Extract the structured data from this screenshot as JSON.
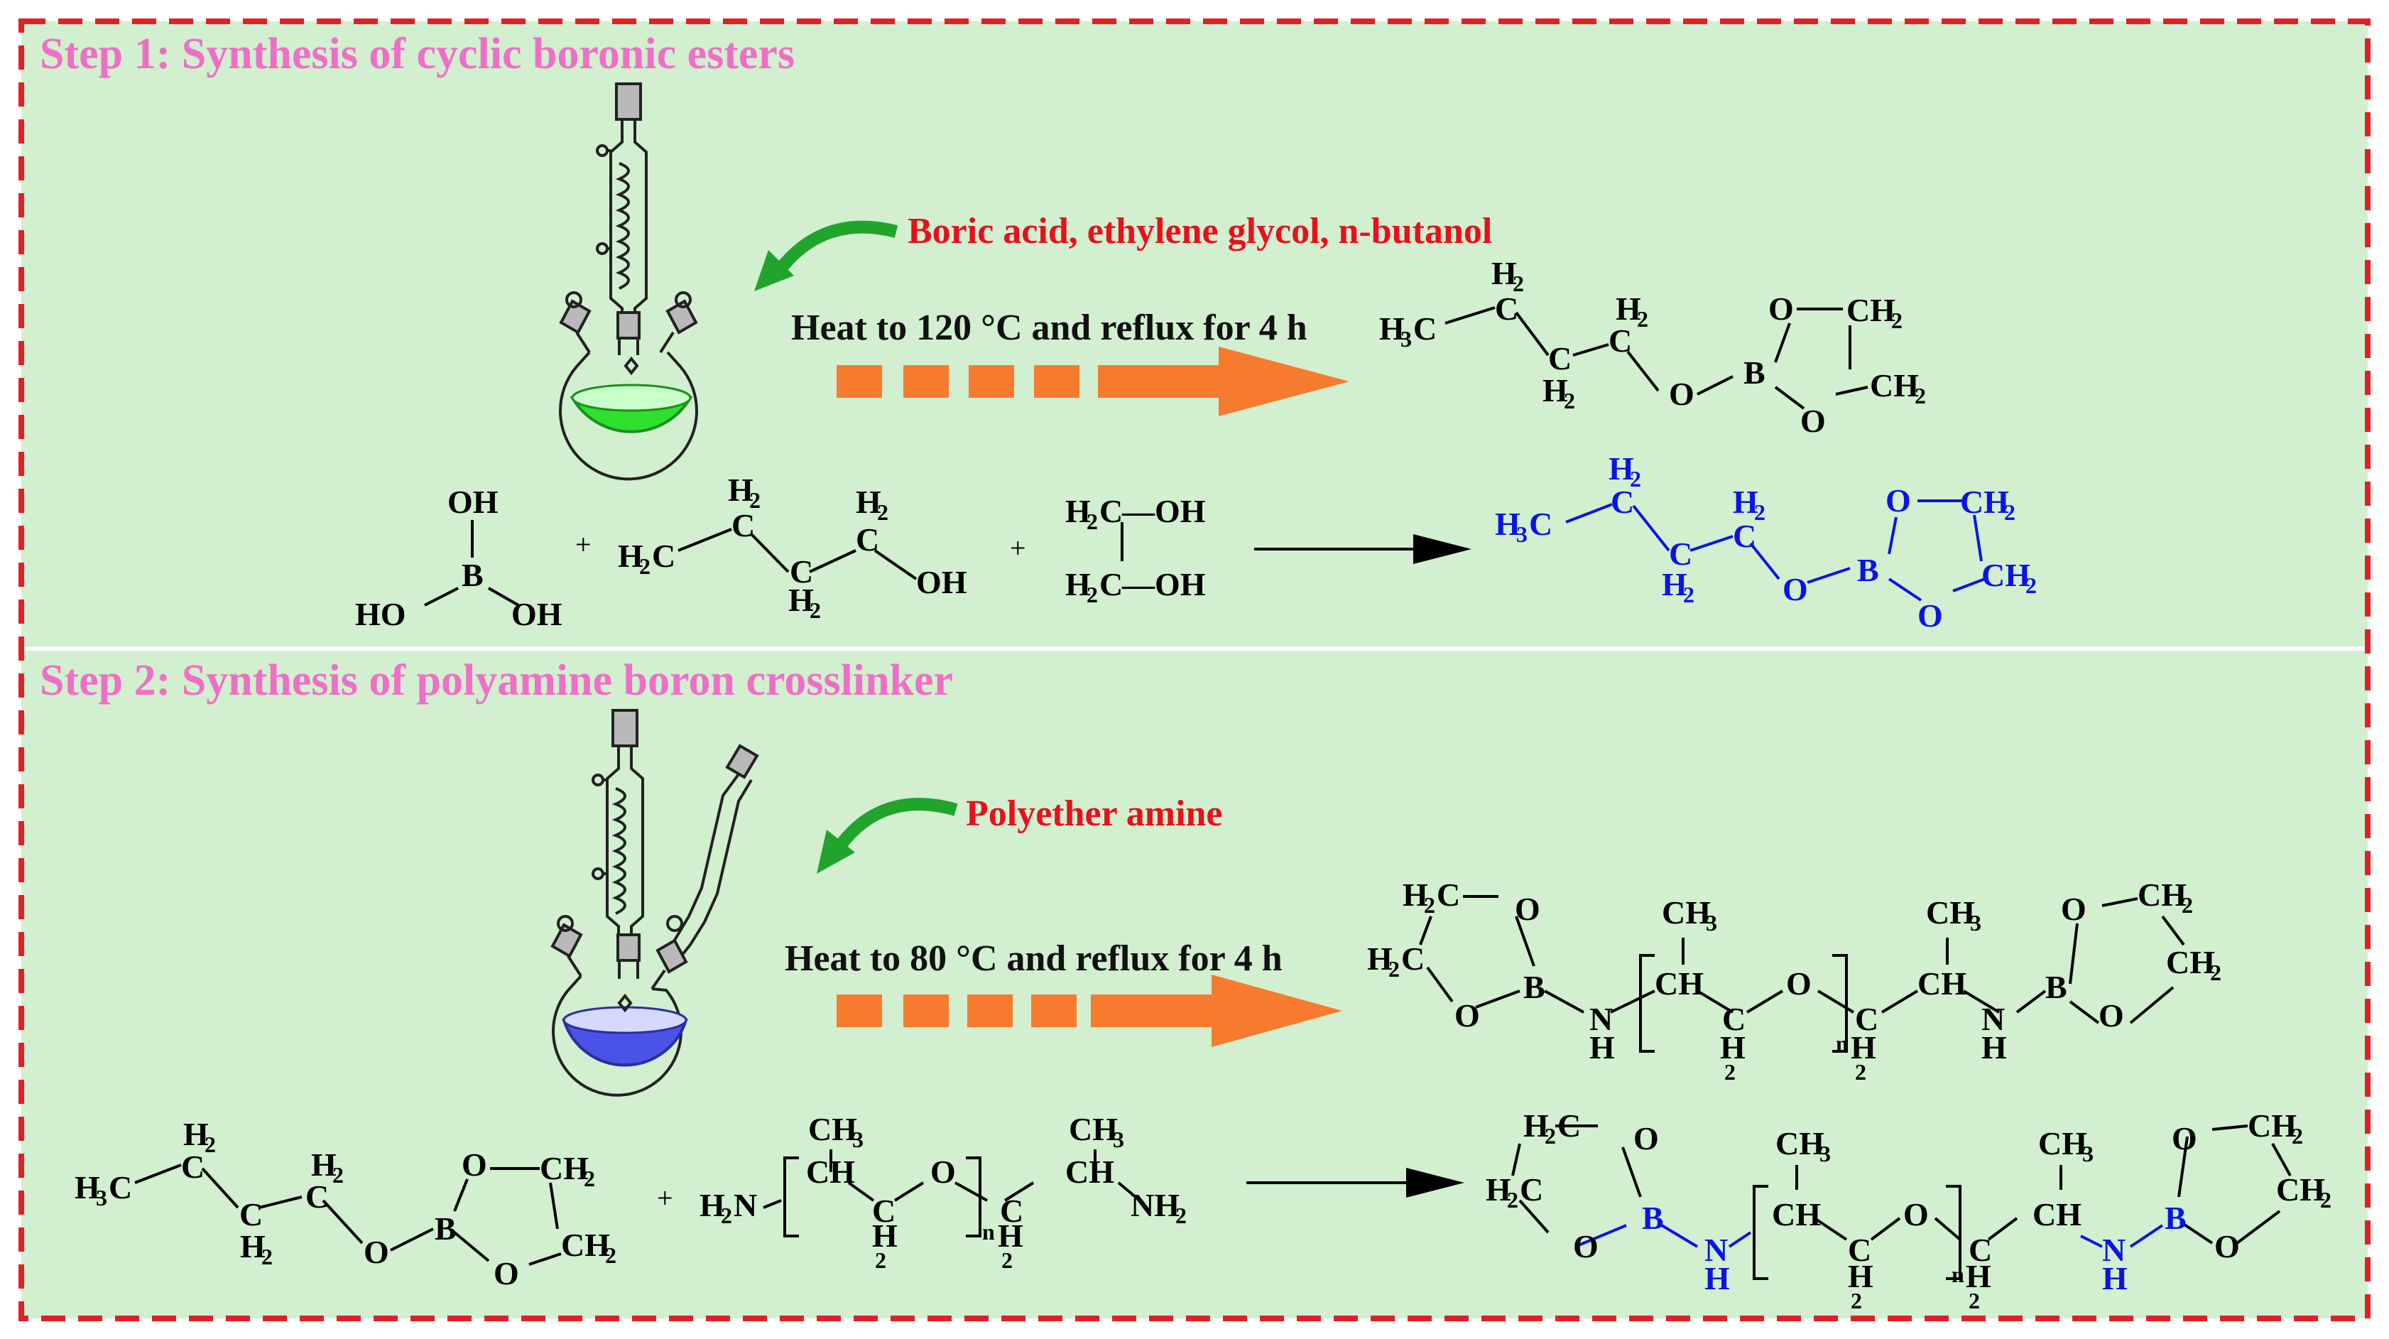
{
  "colors": {
    "panel_bg": "#d2efd0",
    "frame": "#e31f26",
    "title": "#f06fc6",
    "reagent": "#e8101b",
    "arrow_orange": "#f77b2e",
    "curved_arrow": "#21a42b",
    "highlight_atoms": "#0a14e6",
    "flask_step1_liquid": "#2fe02f",
    "flask_step2_liquid": "#4b52e6"
  },
  "step1": {
    "title": "Step 1: Synthesis of cyclic boronic esters",
    "reagents": "Boric acid, ethylene glycol, n-butanol",
    "condition": "Heat to 120 °C and reflux for 4 h",
    "icons": [
      "three-neck-flask-reflux-icon",
      "curved-arrow-icon",
      "dashed-arrow-icon",
      "reaction-arrow-icon"
    ]
  },
  "step2": {
    "title": "Step 2: Synthesis of polyamine boron crosslinker",
    "reagents": "Polyether amine",
    "condition": "Heat to 80 °C and reflux for 4 h",
    "icons": [
      "three-neck-flask-dropping-funnel-icon",
      "curved-arrow-icon",
      "dashed-arrow-icon",
      "reaction-arrow-icon"
    ]
  },
  "atoms": {
    "H2": "H",
    "H3C": "H",
    "C": "C",
    "O": "O",
    "B": "B",
    "CH2": "CH",
    "CH3": "CH",
    "OH": "OH",
    "HO": "HO",
    "H2C": "H",
    "N": "N",
    "H": "H",
    "H2N": "H",
    "NH2": "NH",
    "CH": "CH",
    "n": "n",
    "plus": "+",
    "sub2": "2",
    "sub3": "3",
    "sub_c": "C",
    "H2C_OH": "—OH"
  }
}
